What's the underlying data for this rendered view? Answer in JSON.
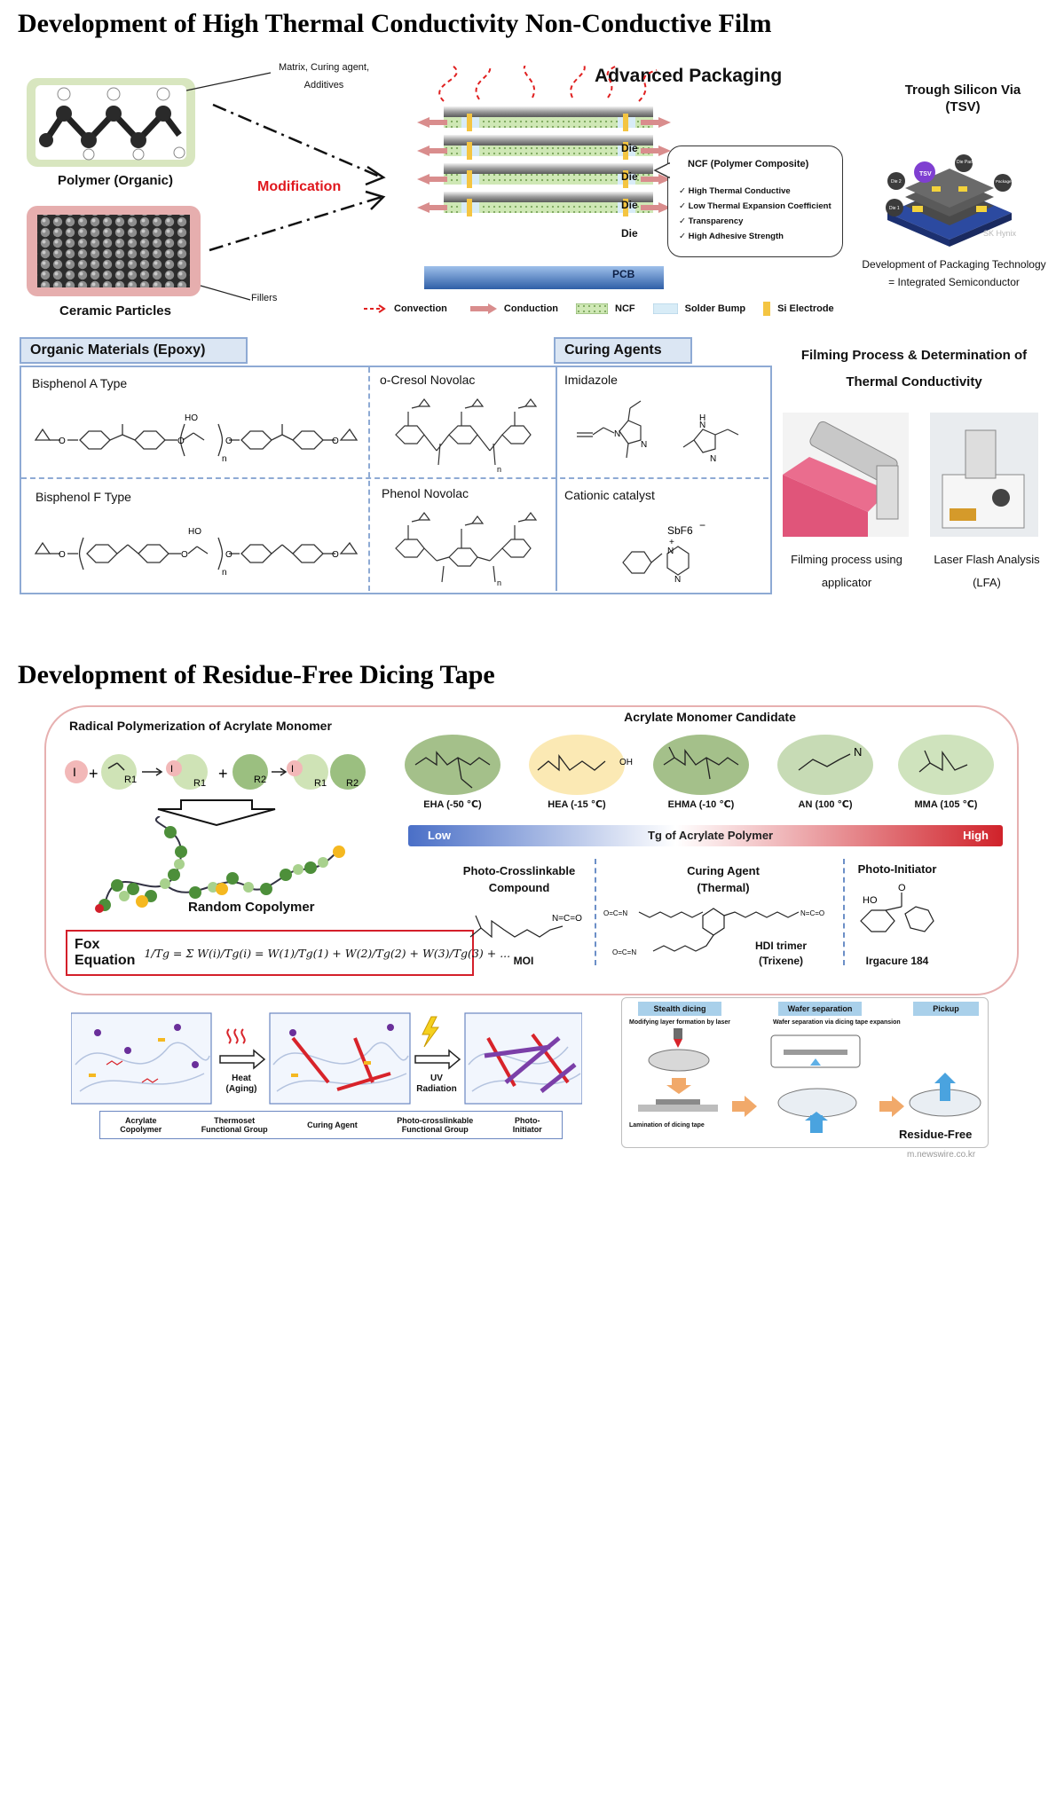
{
  "section1": {
    "title": "Development of High Thermal Conductivity Non-Conductive Film",
    "matrix_note": "Matrix, Curing agent,\nAdditives",
    "fillers_note": "Fillers",
    "polymer_label": "Polymer (Organic)",
    "ceramic_label": "Ceramic Particles",
    "modification": "Modification",
    "adv_title": "Advanced Packaging",
    "die_labels": [
      "Die",
      "Die",
      "Die",
      "Die"
    ],
    "pcb_label": "PCB",
    "ncf_box": {
      "title": "NCF (Polymer Composite)",
      "items": [
        "High Thermal Conductive",
        "Low Thermal Expansion Coefficient",
        "Transparency",
        "High Adhesive Strength"
      ]
    },
    "legend": [
      "Convection",
      "Conduction",
      "NCF",
      "Solder Bump",
      "Si Electrode"
    ],
    "tsv_title": "Trough Silicon Via\n(TSV)",
    "tsv_chip_labels": [
      "TSV",
      "Die Pad",
      "Die 2",
      "Package Pad",
      "Die 1"
    ],
    "tsv_credit": "SK Hynix",
    "tsv_caption": "Development of Packaging Technology\n= Integrated Semiconductor",
    "organic_tab": "Organic Materials (Epoxy)",
    "curing_tab": "Curing Agents",
    "cells": [
      "Bisphenol A Type",
      "o-Cresol Novolac",
      "Imidazole",
      "Bisphenol F Type",
      "Phenol Novolac",
      "Cationic catalyst"
    ],
    "chem_texts": [
      "HO",
      "n",
      "SbF6",
      "−",
      "+",
      "N",
      "H",
      "O"
    ],
    "filming_title": "Filming Process & Determination of\nThermal Conductivity",
    "filming_caption": "Filming process using\napplicator",
    "lfa_caption": "Laser Flash Analysis\n(LFA)"
  },
  "section2": {
    "title": "Development of Residue-Free Dicing Tape",
    "radical_title": "Radical Polymerization of Acrylate Monomer",
    "radical_chem": [
      "I",
      "R1",
      "R2"
    ],
    "random_copolymer": "Random Copolymer",
    "fox_label": "Fox Equation",
    "fox_formula": "1/Tg = Σ W(i)/Tg(i) = W(1)/Tg(1) + W(2)/Tg(2) + W(3)/Tg(3) + ...",
    "monomer_title": "Acrylate Monomer Candidate",
    "monomers": [
      "EHA (-50 ℃)",
      "HEA (-15 ℃)",
      "EHMA (-10 ℃)",
      "AN (100 ℃)",
      "MMA (105 ℃)"
    ],
    "tg_bar": {
      "low": "Low",
      "label": "Tg of Acrylate Polymer",
      "high": "High",
      "colors": [
        "#4a6fc7",
        "#ffffff",
        "#d0222a"
      ]
    },
    "photo_cross": "Photo-Crosslinkable\nCompound",
    "moi": "MOI",
    "curing_thermal": "Curing Agent\n(Thermal)",
    "hdi": "HDI trimer\n(Trixene)",
    "photo_init": "Photo-Initiator",
    "irgacure": "Irgacure  184",
    "mech_texts": [
      "Heat\n(Aging)",
      "UV\nRadiation"
    ],
    "mech_legend": [
      "Acrylate\nCopolymer",
      "Thermoset\nFunctional Group",
      "Curing Agent",
      "Photo-crosslinkable\nFunctional Group",
      "Photo-\nInitiator"
    ],
    "dicing_tabs": [
      "Stealth dicing",
      "Wafer separation",
      "Pickup"
    ],
    "dicing_notes": [
      "Modifying layer formation by laser",
      "Wafer separation via dicing tape expansion",
      "Lamination of dicing tape"
    ],
    "residue_free": "Residue-Free",
    "source": "m.newswire.co.kr"
  }
}
